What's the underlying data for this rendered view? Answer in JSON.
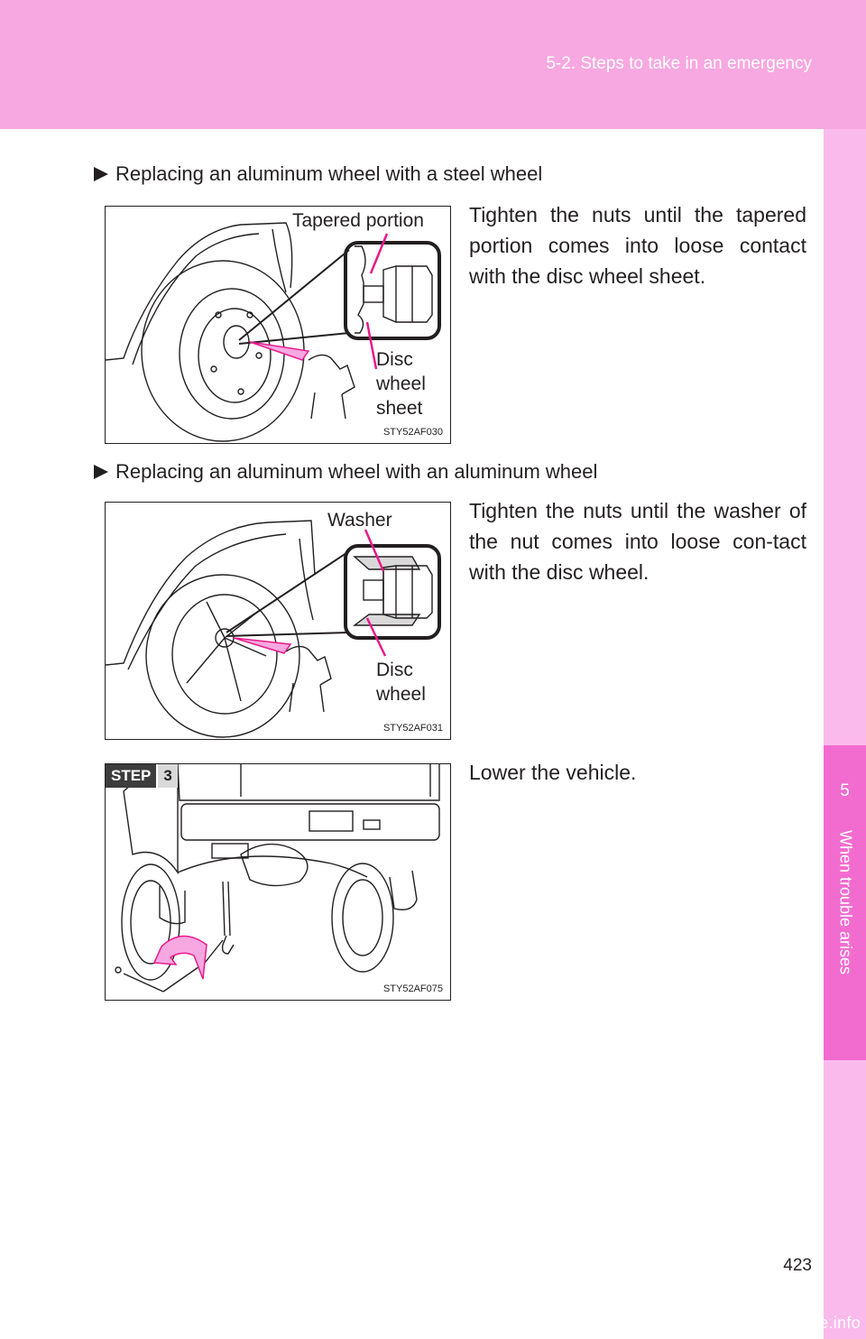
{
  "header": {
    "section": "5-2. Steps to take in an emergency"
  },
  "side_tab": {
    "chapter_number": "5",
    "chapter_title": "When trouble arises"
  },
  "sections": [
    {
      "heading": "Replacing an aluminum wheel with a steel wheel",
      "instruction": "Tighten the nuts until the tapered portion comes into loose contact with the disc wheel sheet.",
      "figure": {
        "labels": [
          "Tapered portion",
          "Disc\nwheel\nsheet"
        ],
        "code": "STY52AF030"
      }
    },
    {
      "heading": "Replacing an aluminum wheel with an aluminum wheel",
      "instruction": "Tighten the nuts until the washer of the nut comes into loose con-tact with the disc wheel.",
      "figure": {
        "labels": [
          "Washer",
          "Disc\nwheel"
        ],
        "code": "STY52AF031"
      }
    }
  ],
  "step3": {
    "badge_label": "STEP",
    "badge_number": "3",
    "instruction": "Lower the vehicle.",
    "figure": {
      "code": "STY52AF075"
    }
  },
  "page_number": "423",
  "watermark": "carmanualsonline.info",
  "colors": {
    "header": "#f7a8e0",
    "side_tab": "#fbbaec",
    "chapter_tab": "#f26cd0",
    "pointer": "#e8198b"
  }
}
